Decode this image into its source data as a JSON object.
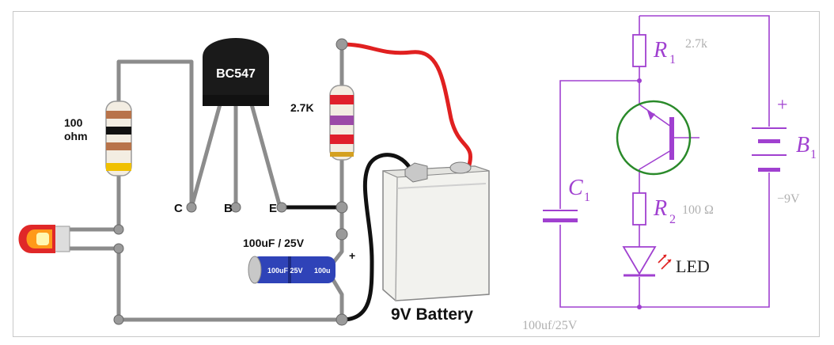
{
  "pictorial": {
    "transistor_name": "BC547",
    "pin_c": "C",
    "pin_b": "B",
    "pin_e": "E",
    "resistor_100_line1": "100",
    "resistor_100_line2": "ohm",
    "resistor_2k7": "2.7K",
    "cap_label": "100uF / 25V",
    "cap_body_left": "100uF 25V",
    "cap_body_right": "100u",
    "cap_plus": "+",
    "battery_label": "9V Battery"
  },
  "schematic": {
    "r1_letter": "R",
    "r1_sub": "1",
    "r1_value": "2.7k",
    "r2_letter": "R",
    "r2_sub": "2",
    "r2_value": "100 Ω",
    "c1_letter": "C",
    "c1_sub": "1",
    "c1_value": "100uf/25V",
    "b1_letter": "B",
    "b1_sub": "1",
    "plus_sign": "+",
    "minus_9v": "−9V",
    "led_label": "LED"
  },
  "colors": {
    "wire": "#8c8c8c",
    "red_wire": "#e02020",
    "schematic": "#a040d0",
    "transistor_circle": "#2a8a2a",
    "schematic_value_text": "#b0b0b0"
  }
}
